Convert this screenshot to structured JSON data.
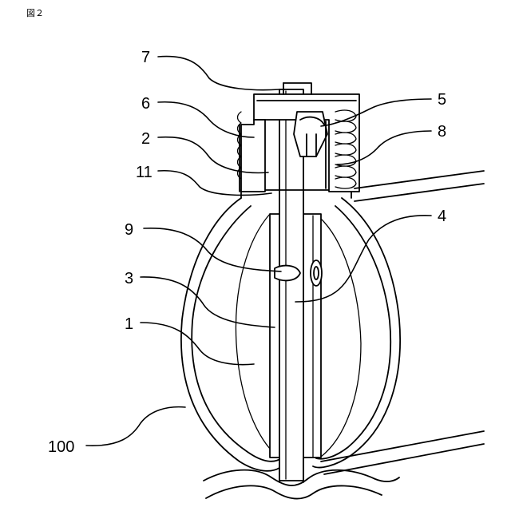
{
  "figure_label": "図２",
  "reference_numerals": [
    "7",
    "6",
    "2",
    "11",
    "9",
    "3",
    "1",
    "100",
    "5",
    "8",
    "4"
  ]
}
